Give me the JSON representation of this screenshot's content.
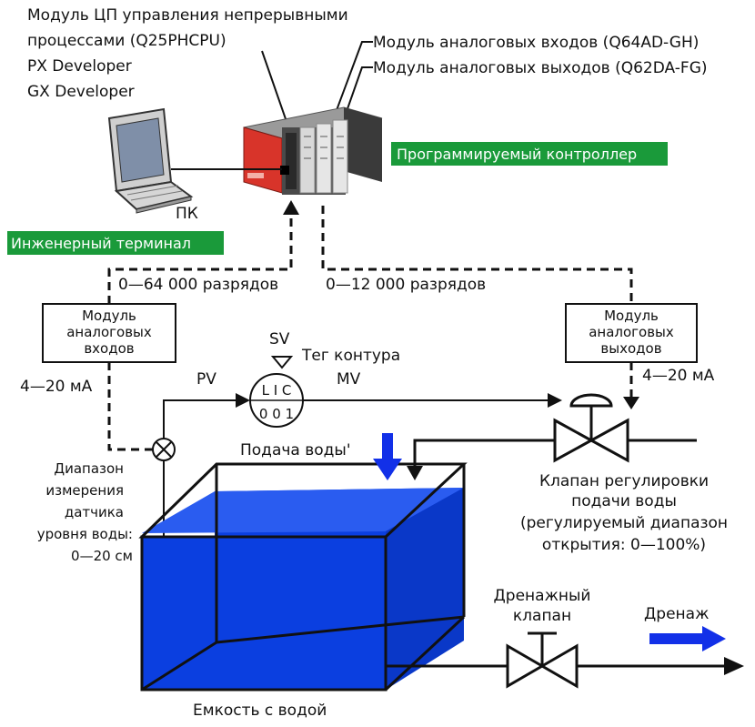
{
  "labels": {
    "cpu_line1": "Модуль ЦП управления непрерывными",
    "cpu_line2": "процессами (Q25PHCPU)",
    "cpu_line3": "PX Developer",
    "cpu_line4": "GX Developer",
    "ai_module_top": "Модуль аналоговых входов (Q64AD-GH)",
    "ao_module_top": "Модуль аналоговых выходов (Q62DA-FG)",
    "plc_tag": "Программируемый контроллер",
    "pc": "ПК",
    "eng_terminal": "Инженерный терминал",
    "range_in": "0—64 000 разрядов",
    "range_out": "0—12 000 разрядов",
    "ai_box_1": "Модуль",
    "ai_box_2": "аналоговых",
    "ai_box_3": "входов",
    "ao_box_1": "Модуль",
    "ao_box_2": "аналоговых",
    "ao_box_3": "выходов",
    "sv": "SV",
    "loop_tag_1": "Тег контура",
    "mv": "MV",
    "pv": "PV",
    "current_in": "4—20 мА",
    "current_out": "4—20 мА",
    "lic_top": "L I C",
    "lic_bottom": "0 0 1",
    "water_feed": "Подача воды'",
    "sensor_1": "Диапазон",
    "sensor_2": "измерения",
    "sensor_3": "датчика",
    "sensor_4": "уровня воды:",
    "sensor_5": "0—20 см",
    "valve_1": "Клапан регулировки",
    "valve_2": "подачи воды",
    "valve_3": "(регулируемый диапазон",
    "valve_4": "открытия: 0—100%)",
    "drain_valve_1": "Дренажный",
    "drain_valve_2": "клапан",
    "drain": "Дренаж",
    "tank": "Емкость с водой"
  },
  "colors": {
    "tag_green": "#1a9a3a",
    "water_blue": "#0b3fe0",
    "arrow_blue": "#1230e8",
    "plc_red": "#d8342a"
  }
}
